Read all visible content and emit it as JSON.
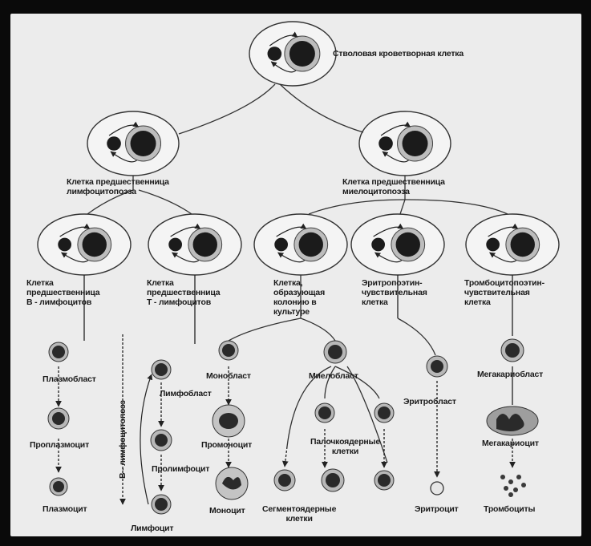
{
  "title": "Стволовая кроветворная клетка",
  "progenitors": {
    "lymphopoiesis": "Клетка предшественница\nлимфоцитопоэза",
    "myelopoiesis": "Клетка предшественница\nмиелоцитопоэза"
  },
  "committed": {
    "b": "Клетка\nпредшественница\nВ - лимфоцитов",
    "t": "Клетка\nпредшественница\nТ - лимфоцитов",
    "cfu": "Клетка,\nобразующая\nколонию в\nкультуре",
    "erythro": "Эритропоэтин-\nчувствительная\nклетка",
    "thrombo": "Тромбоцитопоэтин-\nчувствительная\nклетка"
  },
  "cells": {
    "plasmoblast": "Плазмобласт",
    "proplasmocyte": "Проплазмоцит",
    "plasmocyte": "Плазмоцит",
    "b_lymphocytes_vertical": "В - лимфоцитопоэз",
    "lymphoblast": "Лимфобласт",
    "prolymphocyte": "Пролимфоцит",
    "lymphocyte": "Лимфоцит",
    "monoblast": "Монобласт",
    "promonocyte": "Промоноцит",
    "monocyte": "Моноцит",
    "myeloblast": "Миелобласт",
    "bandcells": "Палочкоядерные\nклетки",
    "segmented": "Сегментоядерные\nклетки",
    "erythroblast": "Эритробласт",
    "erythrocyte": "Эритроцит",
    "megakaryoblast": "Мегакариобласт",
    "megakaryocyte": "Мегакариоцит",
    "platelets": "Тромбоциты"
  }
}
